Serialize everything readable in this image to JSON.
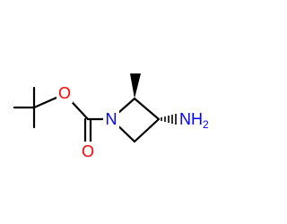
{
  "molecule": {
    "atoms": {
      "O_ester": {
        "symbol": "O",
        "color": "#ff0000"
      },
      "O_carbonyl": {
        "symbol": "O",
        "color": "#ff0000"
      },
      "N_ring": {
        "symbol": "N",
        "color": "#0000ff"
      },
      "N_amine": {
        "symbol": "NH",
        "subscript": "2",
        "color": "#0000ff"
      }
    },
    "bond_color": "#000000"
  }
}
